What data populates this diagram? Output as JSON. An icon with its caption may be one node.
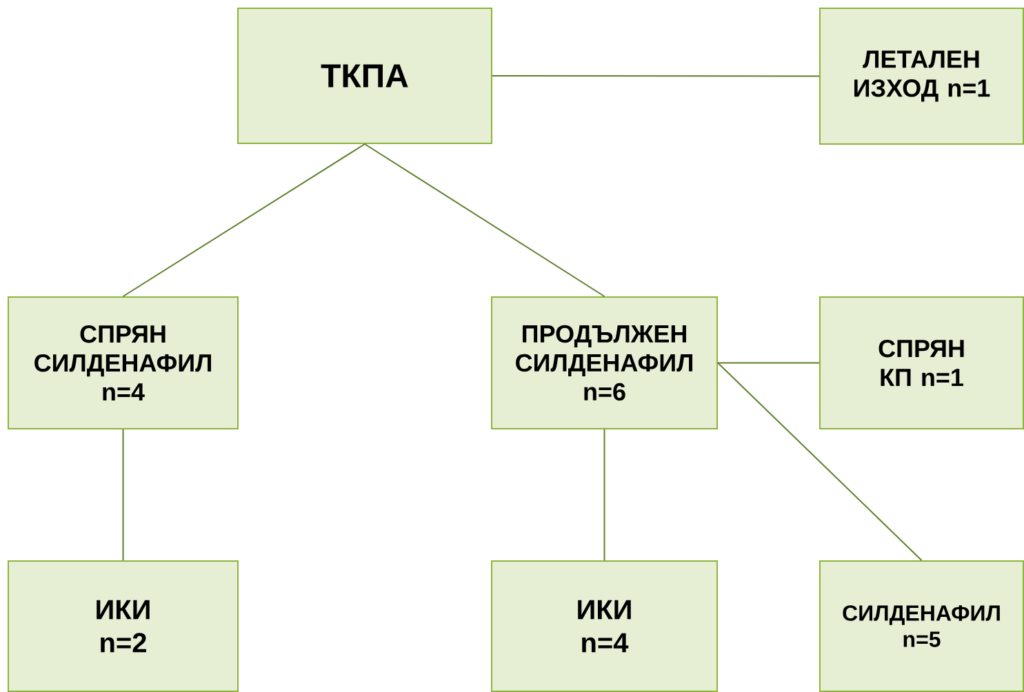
{
  "diagram": {
    "nodes": [
      {
        "text": [
          "ТКПА"
        ]
      },
      {
        "text": [
          "ЛЕТАЛЕН ИЗХОД n=1"
        ]
      },
      {
        "text": [
          "СПРЯН СИЛДЕНАФИЛ n=4"
        ]
      },
      {
        "text": [
          "ПРОДЪЛЖЕН СИЛДЕНАФИЛ n=6"
        ]
      },
      {
        "text": [
          "СПРЯН КП n=1"
        ]
      },
      {
        "text": [
          "ИКИ n=2"
        ]
      },
      {
        "text": [
          "ИКИ n=4"
        ]
      },
      {
        "text": [
          "СИЛДЕНАФИЛ n=5"
        ]
      }
    ],
    "edges": [
      {
        "from": 0,
        "to": 1,
        "arrow": "none"
      },
      {
        "from": 0,
        "to": 2,
        "arrow": "none"
      },
      {
        "from": 0,
        "to": 3,
        "arrow": "none"
      },
      {
        "from": 3,
        "to": 4,
        "arrow": "none"
      },
      {
        "from": 3,
        "to": 7,
        "arrow": "none"
      },
      {
        "from": 2,
        "to": 5,
        "arrow": "none"
      },
      {
        "from": 3,
        "to": 6,
        "arrow": "none"
      }
    ]
  }
}
